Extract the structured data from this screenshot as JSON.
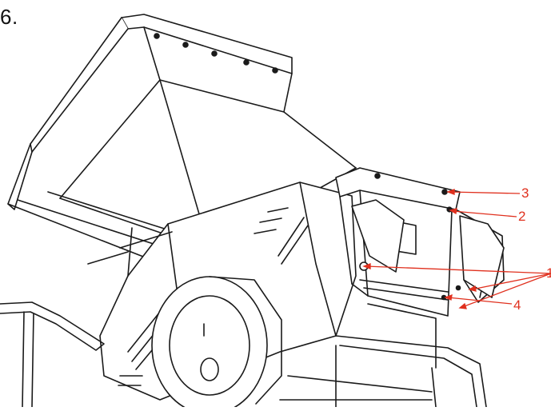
{
  "figure": {
    "step_number": "6.",
    "callouts": {
      "c1": "1",
      "c2": "2",
      "c3": "3",
      "c4": "4"
    },
    "colors": {
      "line": "#1a1a1a",
      "callout": "#e0301e",
      "background": "#ffffff"
    }
  }
}
